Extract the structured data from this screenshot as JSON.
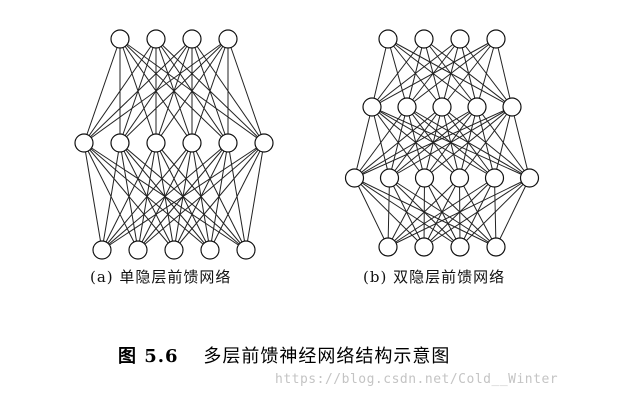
{
  "diagram": {
    "network_a": {
      "caption": "(a) 单隐层前馈网络",
      "layer_sizes": [
        4,
        6,
        5
      ]
    },
    "network_b": {
      "caption": "(b) 双隐层前馈网络",
      "layer_sizes": [
        4,
        5,
        6,
        4
      ]
    }
  },
  "figure": {
    "number": "图 5.6",
    "title": "多层前馈神经网络结构示意图"
  },
  "watermark": "https://blog.csdn.net/Cold__Winter",
  "colors": {
    "node_stroke": "#111111",
    "edge": "#222222",
    "background": "#ffffff"
  }
}
